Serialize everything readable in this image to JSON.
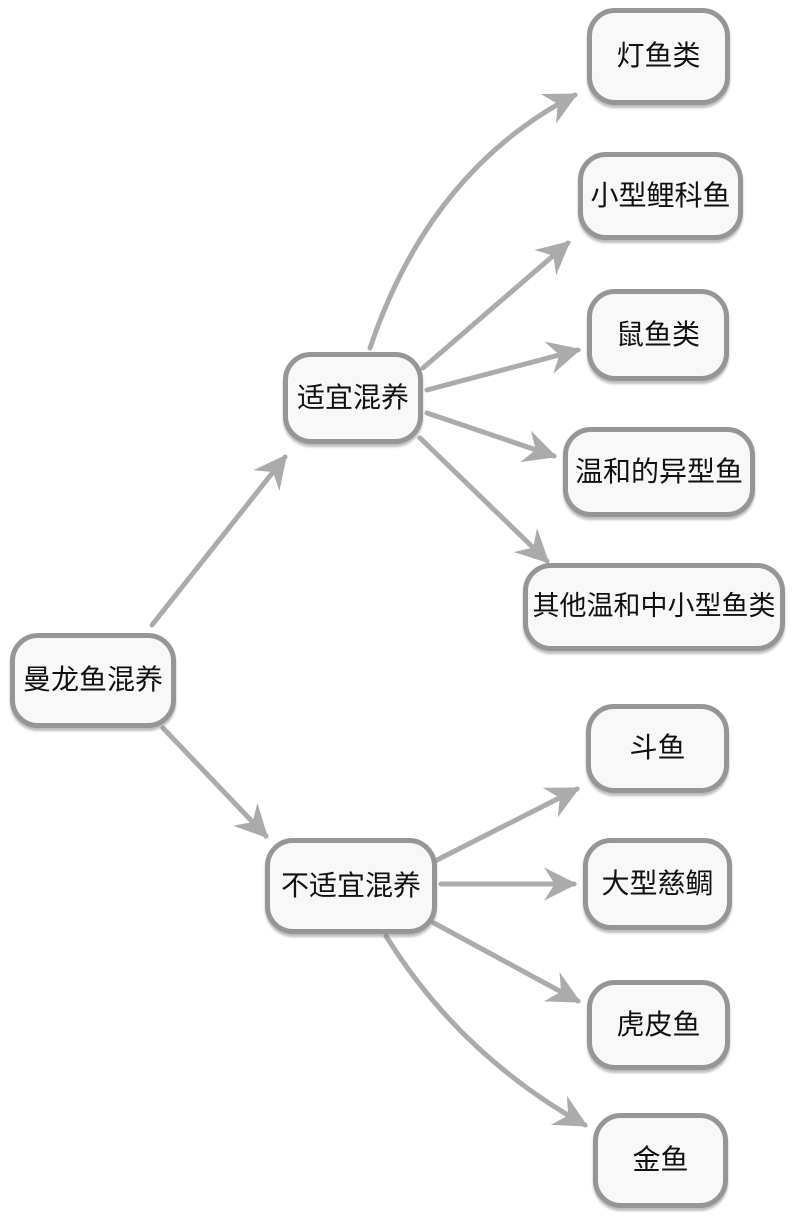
{
  "diagram": {
    "type": "flowchart",
    "direction": "left-to-right",
    "root": {
      "label": "曼龙鱼混养"
    },
    "branches": [
      {
        "label": "适宜混养",
        "children": [
          {
            "label": "灯鱼类"
          },
          {
            "label": "小型鲤科鱼"
          },
          {
            "label": "鼠鱼类"
          },
          {
            "label": "温和的异型鱼"
          },
          {
            "label": "其他温和中小型鱼类"
          }
        ]
      },
      {
        "label": "不适宜混养",
        "children": [
          {
            "label": "斗鱼"
          },
          {
            "label": "大型慈鲷"
          },
          {
            "label": "虎皮鱼"
          },
          {
            "label": "金鱼"
          }
        ]
      }
    ],
    "colors": {
      "background": "#ffffff",
      "node_fill": "#f8f8f8",
      "node_border": "#969696",
      "arrow": "#ababab",
      "text": "#111111"
    }
  }
}
